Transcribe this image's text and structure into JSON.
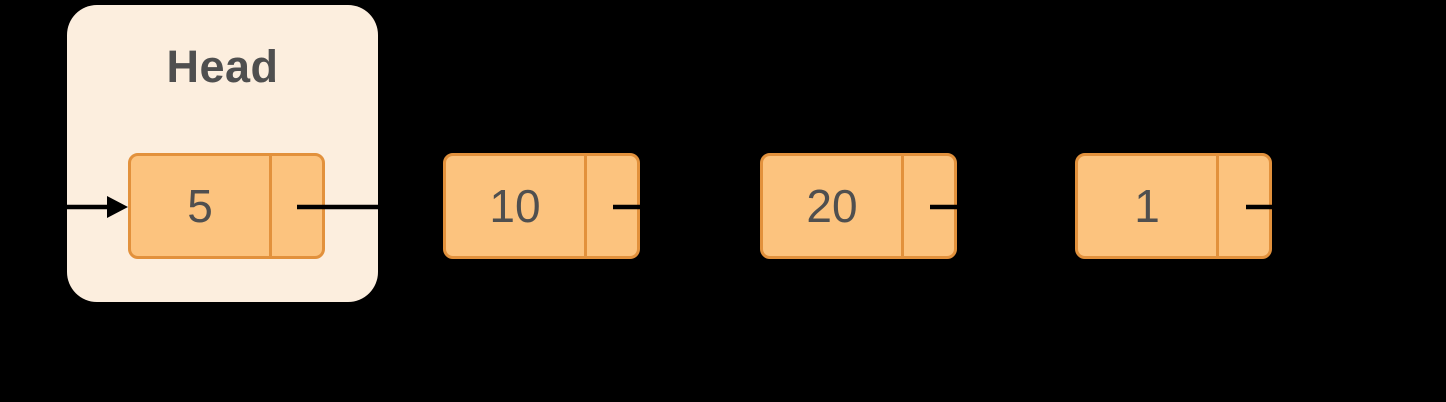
{
  "diagram": {
    "type": "singly-linked-list",
    "head": {
      "label": "Head"
    },
    "nodes": [
      {
        "value": "5"
      },
      {
        "value": "10"
      },
      {
        "value": "20"
      },
      {
        "value": "1"
      }
    ],
    "order_note": "head -> 5 -> 10 -> 20 -> 1",
    "colors": {
      "background": "#000000",
      "head_box_fill": "#FCEEDE",
      "node_fill": "#FCC37E",
      "node_border": "#E2913C",
      "label_text": "#4F4F4F",
      "arrow": "#000000"
    }
  }
}
